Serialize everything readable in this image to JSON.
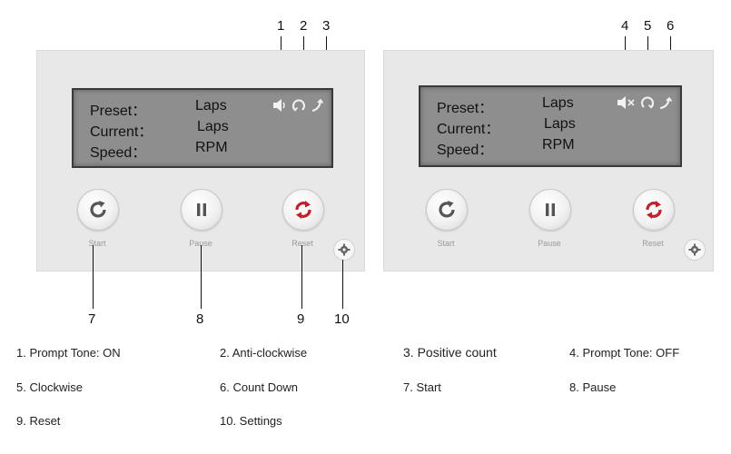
{
  "left_panel": {
    "lcd": {
      "rows": [
        {
          "label": "Preset：",
          "value": "Laps"
        },
        {
          "label": "Current：",
          "value": "Laps"
        },
        {
          "label": "Speed：",
          "value": "RPM"
        }
      ],
      "icons": [
        "speaker-on-icon",
        "anti-clockwise-icon",
        "positive-count-icon"
      ]
    },
    "buttons": [
      {
        "name": "start",
        "label": "Start",
        "icon": "start-icon"
      },
      {
        "name": "pause",
        "label": "Pause",
        "icon": "pause-icon"
      },
      {
        "name": "reset",
        "label": "Reset",
        "icon": "reset-icon"
      }
    ],
    "settings_icon": "gear-icon"
  },
  "right_panel": {
    "lcd": {
      "rows": [
        {
          "label": "Preset：",
          "value": "Laps"
        },
        {
          "label": "Current：",
          "value": "Laps"
        },
        {
          "label": "Speed：",
          "value": "RPM"
        }
      ],
      "icons": [
        "speaker-muted-icon",
        "clockwise-icon",
        "count-down-icon"
      ]
    },
    "buttons": [
      {
        "name": "start",
        "label": "Start",
        "icon": "start-icon"
      },
      {
        "name": "pause",
        "label": "Pause",
        "icon": "pause-icon"
      },
      {
        "name": "reset",
        "label": "Reset",
        "icon": "reset-icon"
      }
    ],
    "settings_icon": "gear-icon"
  },
  "callouts": {
    "top": [
      "1",
      "2",
      "3",
      "4",
      "5",
      "6"
    ],
    "bottom": [
      "7",
      "8",
      "9",
      "10"
    ]
  },
  "legend": [
    "1. Prompt Tone: ON",
    "2. Anti-clockwise",
    "3. Positive count",
    "4. Prompt Tone: OFF",
    "5. Clockwise",
    "6. Count Down",
    "7. Start",
    "8. Pause",
    "9. Reset",
    "10. Settings"
  ],
  "colors": {
    "panel": "#e8e8e8",
    "lcd": "#8e8e8e",
    "reset_accent": "#c0202a",
    "icon_gray": "#555555"
  }
}
